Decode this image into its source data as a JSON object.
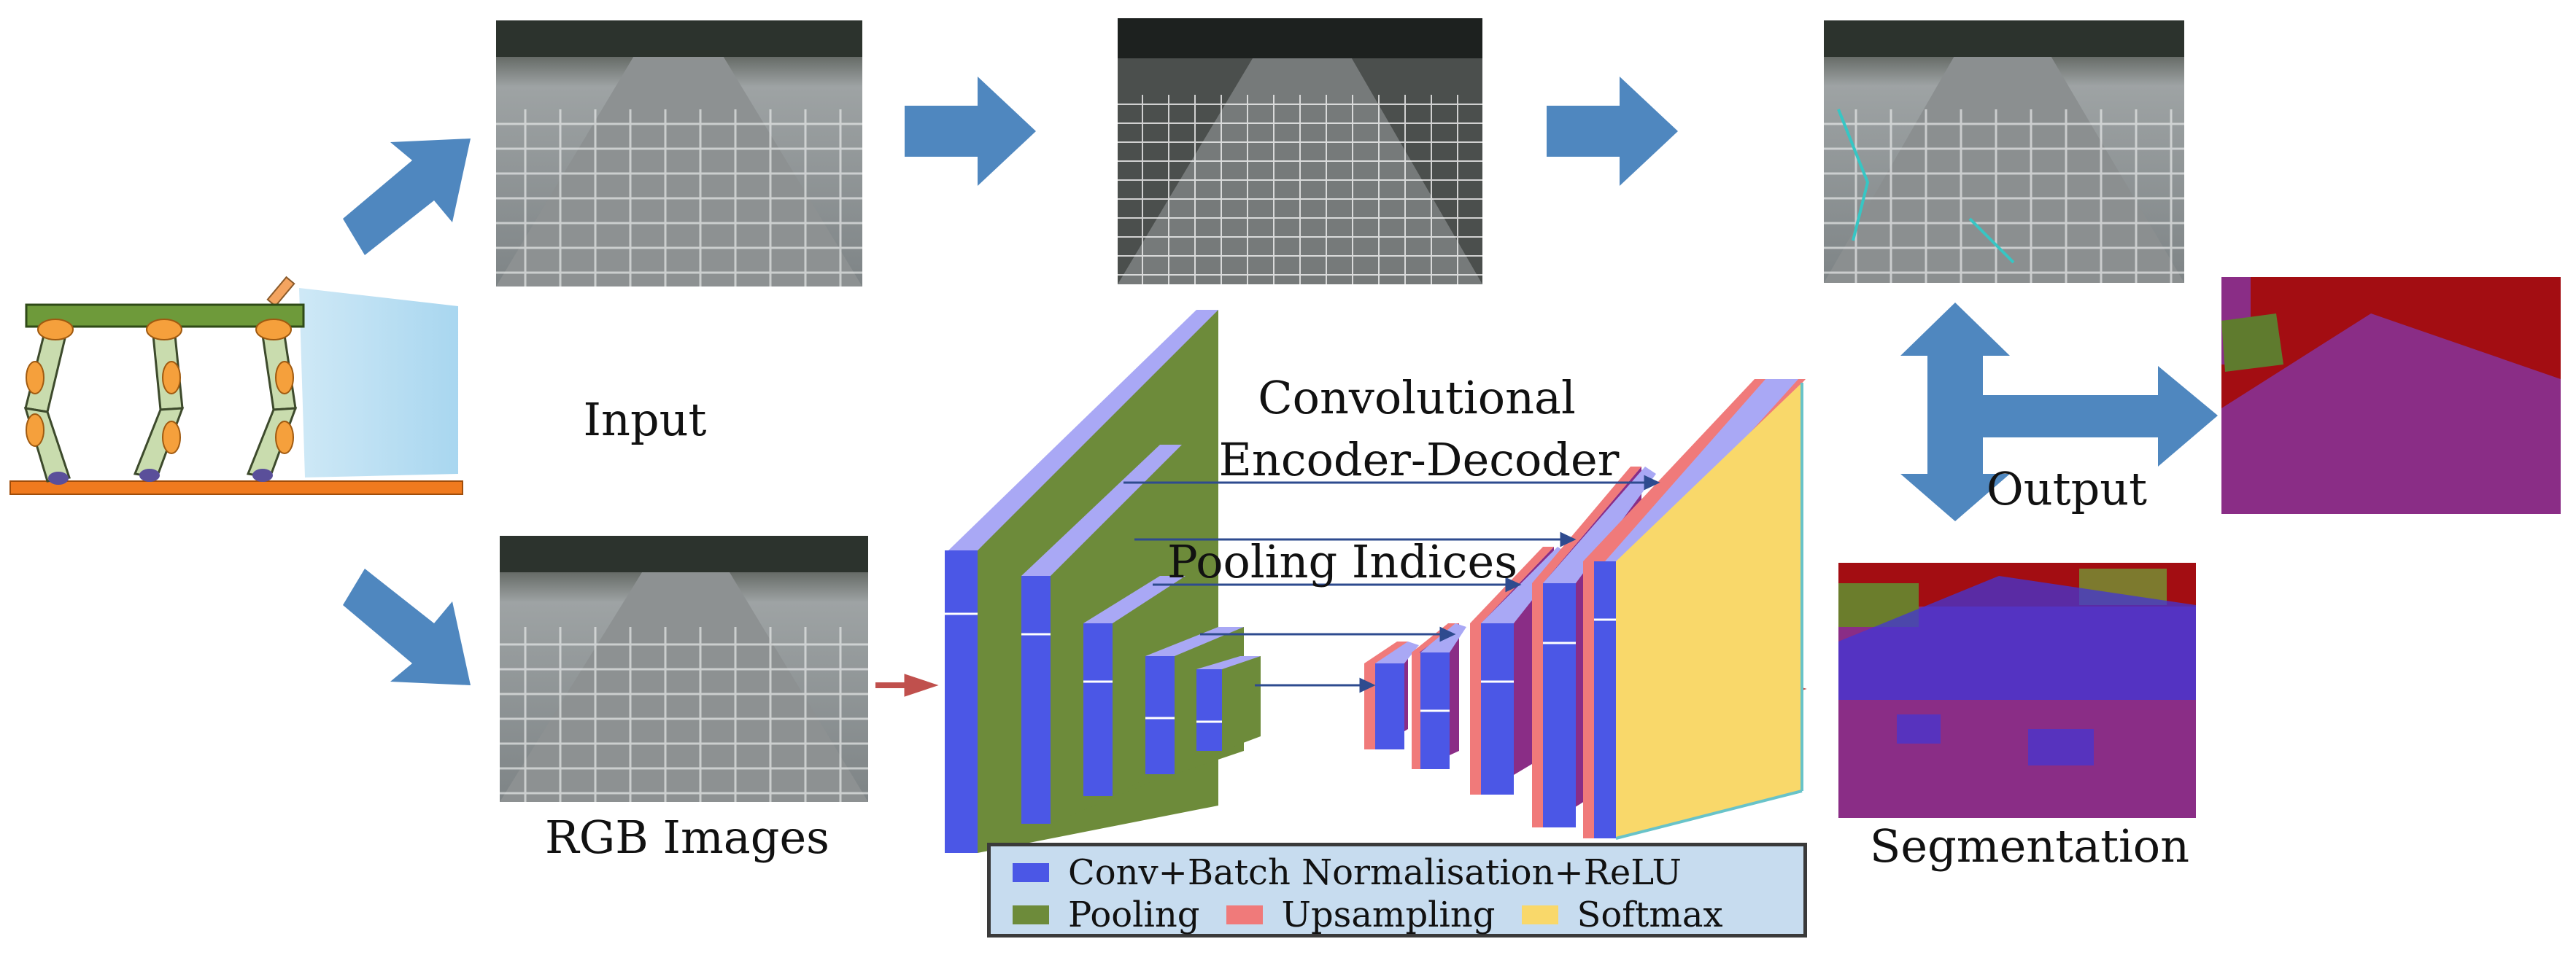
{
  "labels": {
    "input": "Input",
    "rgb_images": "RGB Images",
    "conv_title_line1": "Convolutional",
    "conv_title_line2": "Encoder-Decoder",
    "pooling_indices": "Pooling Indices",
    "output": "Output",
    "segmentation": "Segmentation"
  },
  "legend": {
    "conv": "Conv+Batch Normalisation+ReLU",
    "pooling": "Pooling",
    "upsampling": "Upsampling",
    "softmax": "Softmax"
  },
  "colors": {
    "arrow_blue": "#4f87bf",
    "arrow_red": "#c0504d",
    "conv_blue": "#4b57e6",
    "pool_green": "#6d8b3a",
    "upsample_red": "#f07a7a",
    "softmax_yellow": "#f9d86a",
    "legend_bg": "#c7dcef",
    "seg_purple": "#8a2d86",
    "seg_red": "#a30d12"
  }
}
